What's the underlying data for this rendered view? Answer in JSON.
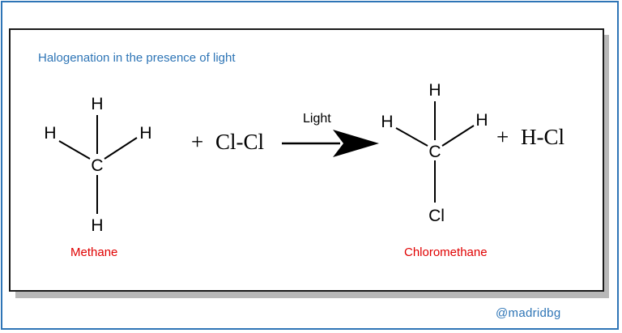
{
  "title": "Halogenation in the presence of light",
  "methane": {
    "atoms": {
      "center": "C",
      "top": "H",
      "left": "H",
      "right": "H",
      "bottom": "H"
    },
    "name": "Methane"
  },
  "reagent": {
    "plus": "+",
    "formula": "Cl-Cl"
  },
  "arrow": {
    "condition": "Light"
  },
  "chloromethane": {
    "atoms": {
      "center": "C",
      "top": "H",
      "left": "H",
      "right": "H",
      "bottom": "Cl"
    },
    "name": "Chloromethane"
  },
  "byproduct": {
    "plus": "+",
    "formula": "H-Cl"
  },
  "watermark": "@madridbg",
  "colors": {
    "frame": "#2e75b6",
    "title": "#2e75b6",
    "name_labels": "#e00000",
    "panel_border": "#1a1a1a",
    "shadow": "#b8b8b8"
  }
}
